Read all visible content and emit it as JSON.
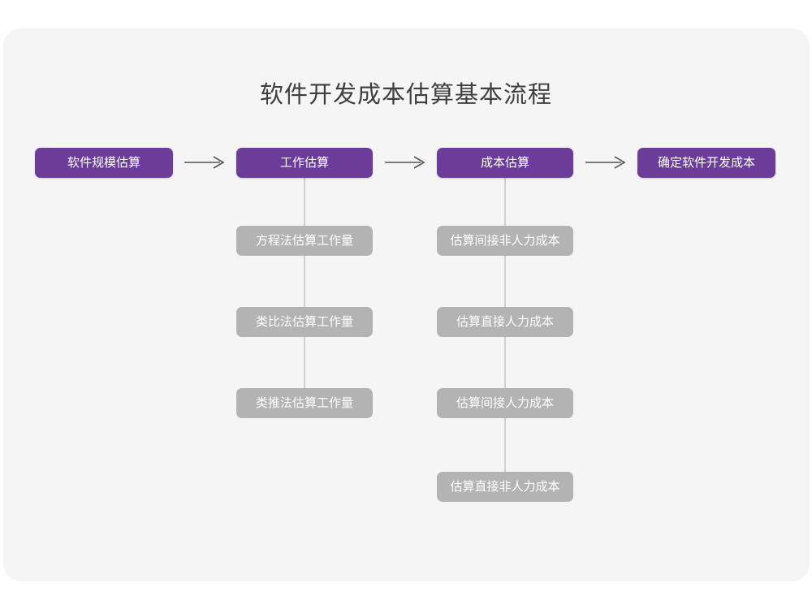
{
  "page": {
    "title": "软件开发成本估算基本流程",
    "background_color": "#ffffff",
    "card_color": "#f5f5f5",
    "accent_color": "#6b3d99",
    "secondary_color": "#b3b3b3",
    "connector_color": "#cfcfcf",
    "arrow_color": "#555555"
  },
  "chart_data": {
    "type": "diagram",
    "title": "软件开发成本估算基本流程",
    "layout": "horizontal-flow-with-vertical-substeps",
    "main_flow": [
      {
        "id": "step-1",
        "label": "软件规模估算",
        "children": []
      },
      {
        "id": "step-2",
        "label": "工作估算",
        "children": [
          "方程法估算工作量",
          "类比法估算工作量",
          "类推法估算工作量"
        ]
      },
      {
        "id": "step-3",
        "label": "成本估算",
        "children": [
          "估算间接非人力成本",
          "估算直接人力成本",
          "估算间接人力成本",
          "估算直接非人力成本"
        ]
      },
      {
        "id": "step-4",
        "label": "确定软件开发成本",
        "children": []
      }
    ],
    "connectors": [
      {
        "from": "软件规模估算",
        "to": "工作估算",
        "style": "arrow"
      },
      {
        "from": "工作估算",
        "to": "成本估算",
        "style": "arrow"
      },
      {
        "from": "成本估算",
        "to": "确定软件开发成本",
        "style": "arrow"
      }
    ]
  },
  "flow": {
    "steps": [
      {
        "label": "软件规模估算"
      },
      {
        "label": "工作估算"
      },
      {
        "label": "成本估算"
      },
      {
        "label": "确定软件开发成本"
      }
    ],
    "branch_work": [
      {
        "label": "方程法估算工作量"
      },
      {
        "label": "类比法估算工作量"
      },
      {
        "label": "类推法估算工作量"
      }
    ],
    "branch_cost": [
      {
        "label": "估算间接非人力成本"
      },
      {
        "label": "估算直接人力成本"
      },
      {
        "label": "估算间接人力成本"
      },
      {
        "label": "估算直接非人力成本"
      }
    ],
    "arrows": [
      {
        "name": "arrow-right-icon"
      },
      {
        "name": "arrow-right-icon"
      },
      {
        "name": "arrow-right-icon"
      }
    ]
  }
}
